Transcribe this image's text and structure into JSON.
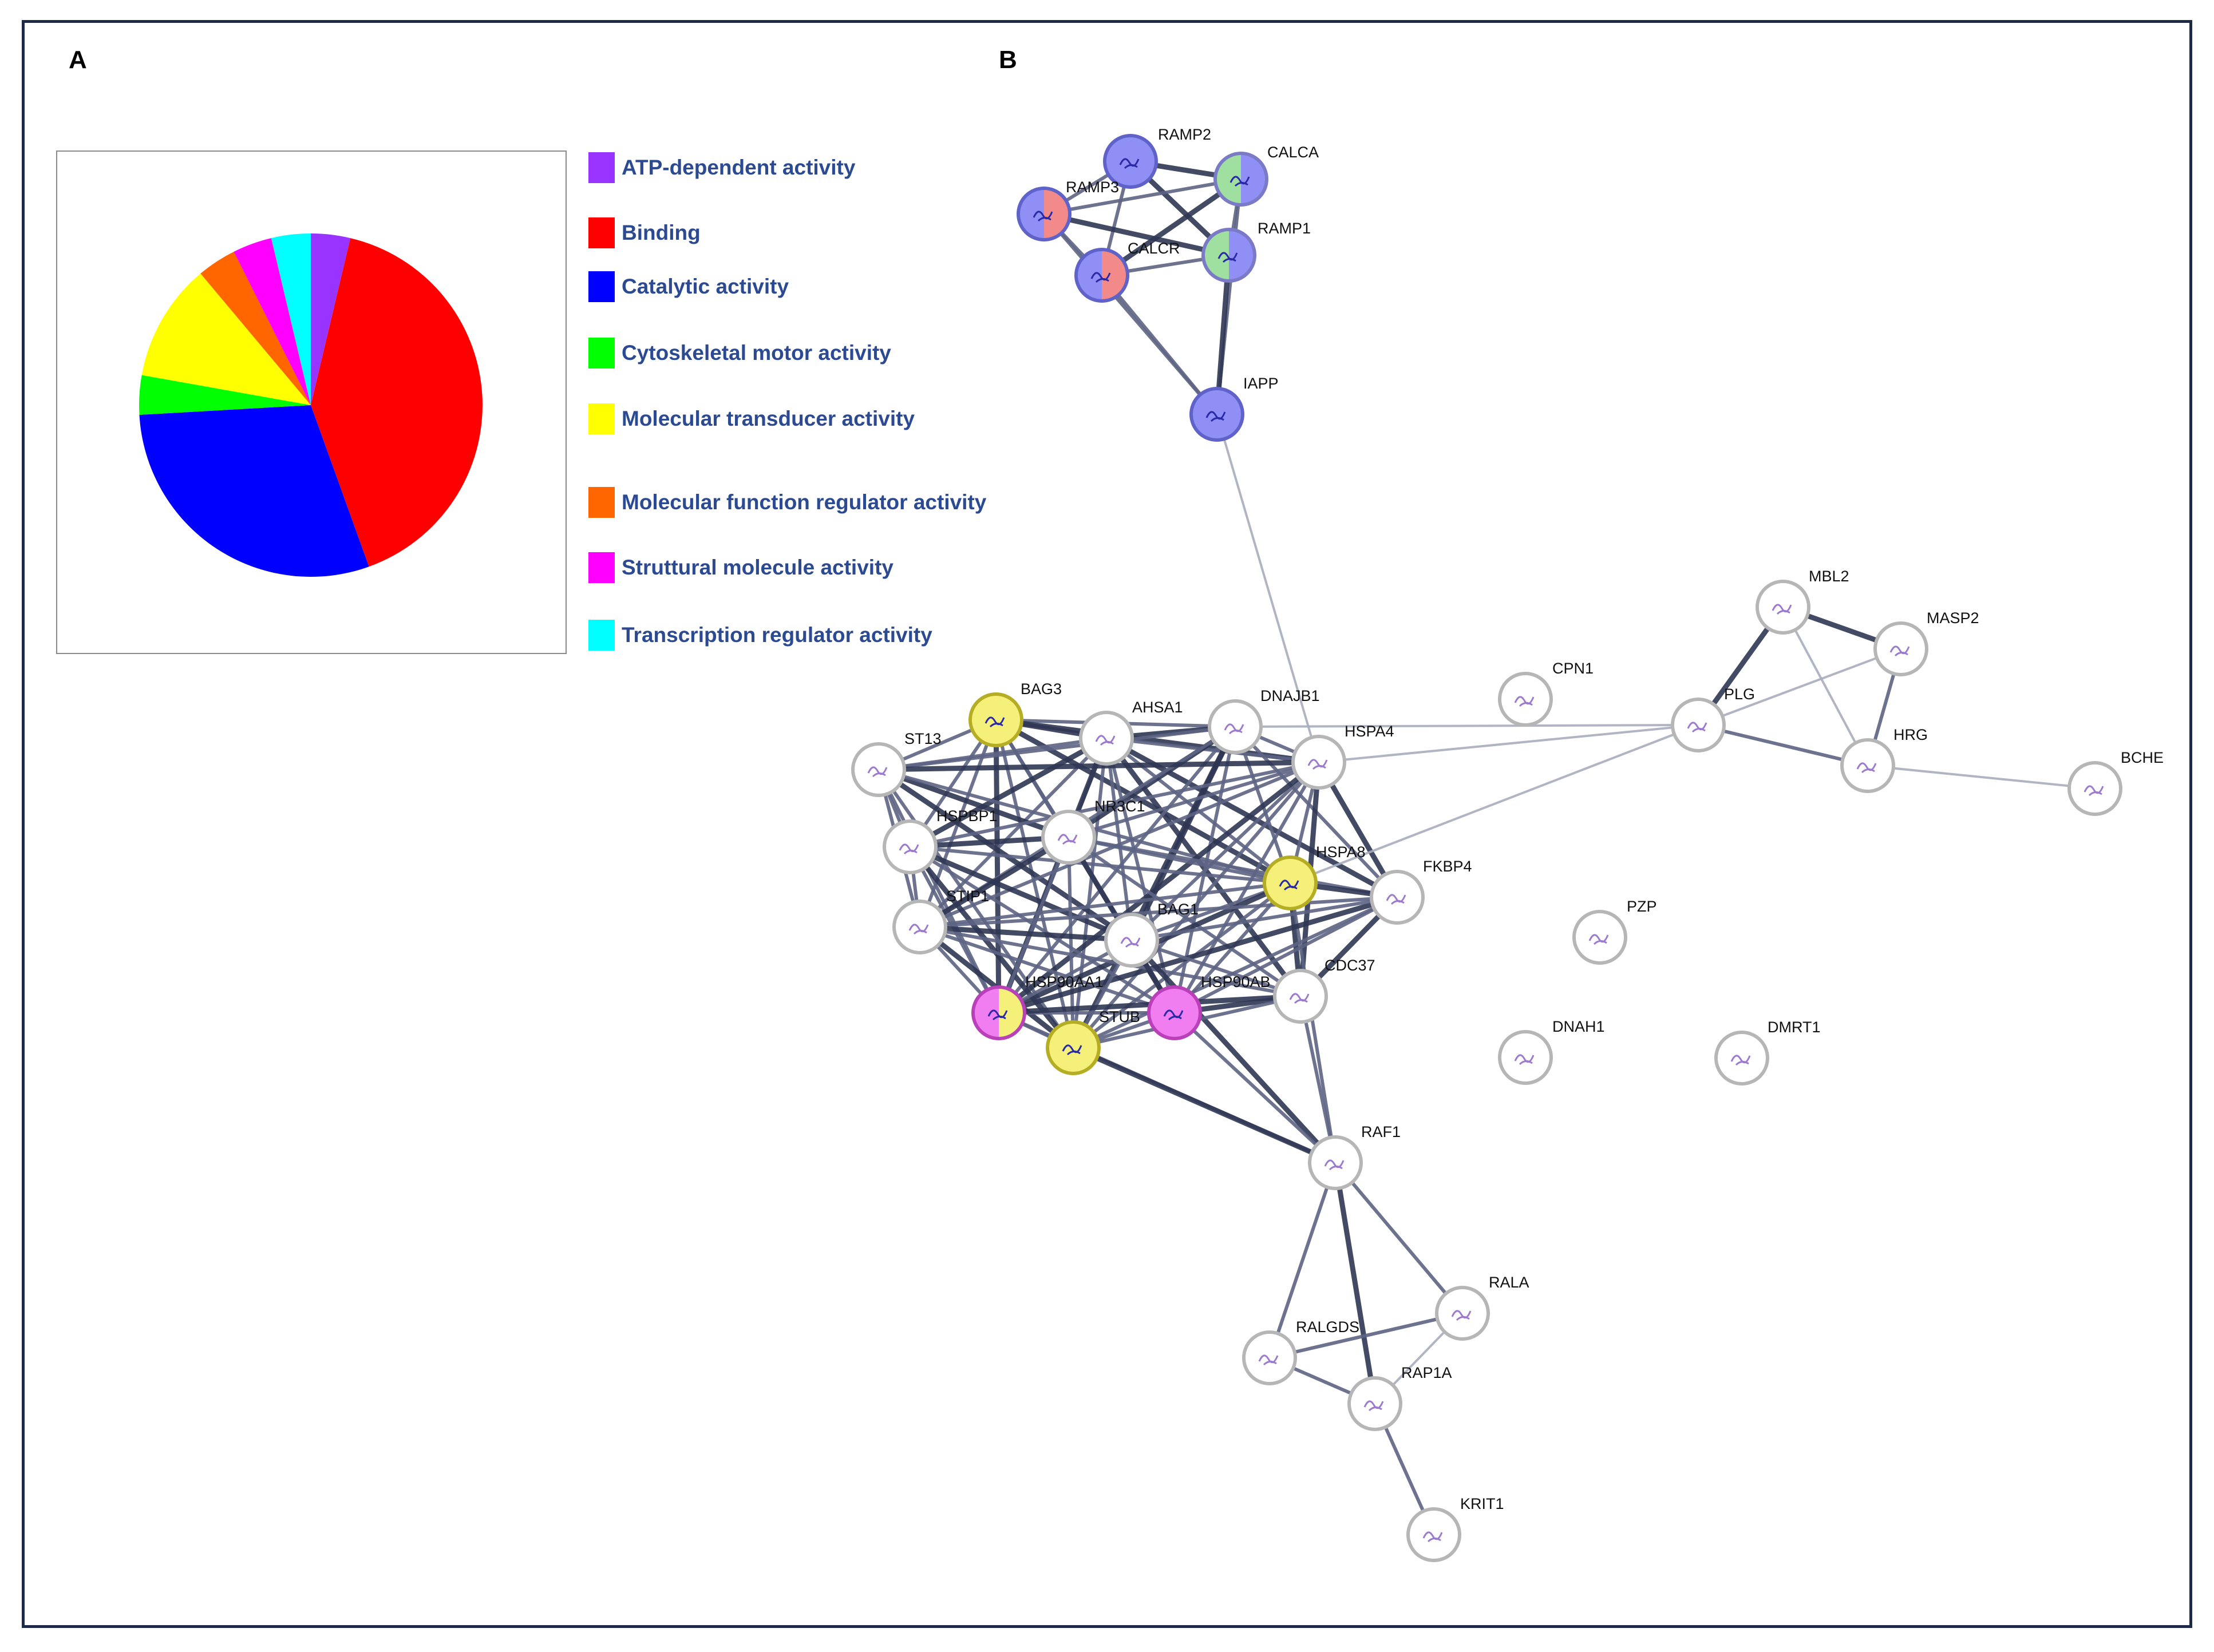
{
  "panels": {
    "a_label": "A",
    "b_label": "B"
  },
  "chart_data": {
    "type": "pie",
    "title": "",
    "start_angle_deg": 0,
    "direction": "clockwise",
    "slices": [
      {
        "label": "ATP-dependent activity",
        "value": 3.7,
        "color": "#9933ff"
      },
      {
        "label": "Binding",
        "value": 40.8,
        "color": "#ff0000"
      },
      {
        "label": "Catalytic activity",
        "value": 29.6,
        "color": "#0000ff"
      },
      {
        "label": "Cytoskeletal motor activity",
        "value": 3.7,
        "color": "#00ff00"
      },
      {
        "label": "Molecular transducer activity",
        "value": 11.1,
        "color": "#ffff00"
      },
      {
        "label": "Molecular function regulator activity",
        "value": 3.7,
        "color": "#ff6600"
      },
      {
        "label": "Struttural molecule activity",
        "value": 3.7,
        "color": "#ff00ff"
      },
      {
        "label": "Transcription regulator activity",
        "value": 3.7,
        "color": "#00ffff"
      }
    ]
  },
  "legend": {
    "items": [
      {
        "label": "ATP-dependent activity",
        "color": "#9933ff"
      },
      {
        "label": "Binding",
        "color": "#ff0000"
      },
      {
        "label": "Catalytic activity",
        "color": "#0000ff"
      },
      {
        "label": "Cytoskeletal motor activity",
        "color": "#00ff00"
      },
      {
        "label": "Molecular transducer activity",
        "color": "#ffff00"
      },
      {
        "label": "Molecular function regulator activity",
        "color": "#ff6600"
      },
      {
        "label": "Struttural molecule activity",
        "color": "#ff00ff"
      },
      {
        "label": "Transcription regulator activity",
        "color": "#00ffff"
      }
    ]
  },
  "network": {
    "nodes": [
      {
        "id": "RAMP2",
        "label": "RAMP2",
        "colors": [
          "#8f8ff5"
        ]
      },
      {
        "id": "CALCA",
        "label": "CALCA",
        "colors": [
          "#9fdf9f",
          "#8f8ff5"
        ]
      },
      {
        "id": "RAMP3",
        "label": "RAMP3",
        "colors": [
          "#8f8ff5",
          "#f28a8a"
        ]
      },
      {
        "id": "RAMP1",
        "label": "RAMP1",
        "colors": [
          "#9fdf9f",
          "#8f8ff5"
        ]
      },
      {
        "id": "CALCR",
        "label": "CALCR",
        "colors": [
          "#8f8ff5",
          "#f28a8a"
        ]
      },
      {
        "id": "IAPP",
        "label": "IAPP",
        "colors": [
          "#8f8ff5"
        ]
      },
      {
        "id": "BAG3",
        "label": "BAG3",
        "colors": [
          "#f5f07a"
        ]
      },
      {
        "id": "AHSA1",
        "label": "AHSA1",
        "colors": []
      },
      {
        "id": "DNAJB1",
        "label": "DNAJB1",
        "colors": []
      },
      {
        "id": "ST13",
        "label": "ST13",
        "colors": []
      },
      {
        "id": "HSPA4",
        "label": "HSPA4",
        "colors": []
      },
      {
        "id": "HSPBP1",
        "label": "HSPBP1",
        "colors": []
      },
      {
        "id": "NR3C1",
        "label": "NR3C1",
        "colors": []
      },
      {
        "id": "HSPA8",
        "label": "HSPA8",
        "colors": [
          "#f5f07a"
        ]
      },
      {
        "id": "FKBP4",
        "label": "FKBP4",
        "colors": []
      },
      {
        "id": "STIP1",
        "label": "STIP1",
        "colors": []
      },
      {
        "id": "BAG1",
        "label": "BAG1",
        "colors": []
      },
      {
        "id": "HSP90AA1",
        "label": "HSP90AA1",
        "colors": [
          "#f07ef0",
          "#f5f07a"
        ]
      },
      {
        "id": "HSP90AB",
        "label": "HSP90AB",
        "colors": [
          "#f07ef0"
        ]
      },
      {
        "id": "STUB",
        "label": "STUB",
        "colors": [
          "#f5f07a"
        ]
      },
      {
        "id": "CDC37",
        "label": "CDC37",
        "colors": []
      },
      {
        "id": "CPN1",
        "label": "CPN1",
        "colors": []
      },
      {
        "id": "MBL2",
        "label": "MBL2",
        "colors": []
      },
      {
        "id": "MASP2",
        "label": "MASP2",
        "colors": []
      },
      {
        "id": "PLG",
        "label": "PLG",
        "colors": []
      },
      {
        "id": "HRG",
        "label": "HRG",
        "colors": []
      },
      {
        "id": "BCHE",
        "label": "BCHE",
        "colors": []
      },
      {
        "id": "PZP",
        "label": "PZP",
        "colors": []
      },
      {
        "id": "DNAH1",
        "label": "DNAH1",
        "colors": []
      },
      {
        "id": "DMRT1",
        "label": "DMRT1",
        "colors": []
      },
      {
        "id": "RAF1",
        "label": "RAF1",
        "colors": []
      },
      {
        "id": "RALA",
        "label": "RALA",
        "colors": []
      },
      {
        "id": "RALGDS",
        "label": "RALGDS",
        "colors": []
      },
      {
        "id": "RAP1A",
        "label": "RAP1A",
        "colors": []
      },
      {
        "id": "KRIT1",
        "label": "KRIT1",
        "colors": []
      }
    ],
    "edges": [
      [
        "RAMP2",
        "CALCA"
      ],
      [
        "RAMP2",
        "RAMP3"
      ],
      [
        "RAMP2",
        "CALCR"
      ],
      [
        "RAMP2",
        "RAMP1"
      ],
      [
        "CALCA",
        "RAMP3"
      ],
      [
        "CALCA",
        "RAMP1"
      ],
      [
        "CALCA",
        "CALCR"
      ],
      [
        "CALCA",
        "IAPP"
      ],
      [
        "RAMP3",
        "CALCR"
      ],
      [
        "RAMP3",
        "RAMP1"
      ],
      [
        "RAMP3",
        "IAPP"
      ],
      [
        "RAMP1",
        "CALCR"
      ],
      [
        "RAMP1",
        "IAPP"
      ],
      [
        "CALCR",
        "IAPP"
      ],
      [
        "IAPP",
        "HSPA4"
      ],
      [
        "BAG3",
        "AHSA1"
      ],
      [
        "BAG3",
        "DNAJB1"
      ],
      [
        "BAG3",
        "ST13"
      ],
      [
        "BAG3",
        "HSPA4"
      ],
      [
        "BAG3",
        "HSPBP1"
      ],
      [
        "BAG3",
        "NR3C1"
      ],
      [
        "BAG3",
        "HSPA8"
      ],
      [
        "BAG3",
        "STIP1"
      ],
      [
        "BAG3",
        "BAG1"
      ],
      [
        "BAG3",
        "HSP90AA1"
      ],
      [
        "BAG3",
        "HSP90AB"
      ],
      [
        "BAG3",
        "STUB"
      ],
      [
        "AHSA1",
        "DNAJB1"
      ],
      [
        "AHSA1",
        "ST13"
      ],
      [
        "AHSA1",
        "HSPA4"
      ],
      [
        "AHSA1",
        "HSPBP1"
      ],
      [
        "AHSA1",
        "NR3C1"
      ],
      [
        "AHSA1",
        "HSPA8"
      ],
      [
        "AHSA1",
        "FKBP4"
      ],
      [
        "AHSA1",
        "STIP1"
      ],
      [
        "AHSA1",
        "BAG1"
      ],
      [
        "AHSA1",
        "HSP90AA1"
      ],
      [
        "AHSA1",
        "HSP90AB"
      ],
      [
        "AHSA1",
        "STUB"
      ],
      [
        "AHSA1",
        "CDC37"
      ],
      [
        "DNAJB1",
        "HSPA4"
      ],
      [
        "DNAJB1",
        "ST13"
      ],
      [
        "DNAJB1",
        "NR3C1"
      ],
      [
        "DNAJB1",
        "HSPA8"
      ],
      [
        "DNAJB1",
        "STIP1"
      ],
      [
        "DNAJB1",
        "BAG1"
      ],
      [
        "DNAJB1",
        "HSP90AA1"
      ],
      [
        "DNAJB1",
        "HSP90AB"
      ],
      [
        "DNAJB1",
        "STUB"
      ],
      [
        "DNAJB1",
        "FKBP4"
      ],
      [
        "ST13",
        "HSPBP1"
      ],
      [
        "ST13",
        "NR3C1"
      ],
      [
        "ST13",
        "HSPA8"
      ],
      [
        "ST13",
        "STIP1"
      ],
      [
        "ST13",
        "BAG1"
      ],
      [
        "ST13",
        "HSP90AA1"
      ],
      [
        "ST13",
        "STUB"
      ],
      [
        "ST13",
        "HSPA4"
      ],
      [
        "HSPA4",
        "NR3C1"
      ],
      [
        "HSPA4",
        "HSPA8"
      ],
      [
        "HSPA4",
        "FKBP4"
      ],
      [
        "HSPA4",
        "STIP1"
      ],
      [
        "HSPA4",
        "BAG1"
      ],
      [
        "HSPA4",
        "HSP90AA1"
      ],
      [
        "HSPA4",
        "HSP90AB"
      ],
      [
        "HSPA4",
        "STUB"
      ],
      [
        "HSPA4",
        "CDC37"
      ],
      [
        "HSPA4",
        "HSPBP1"
      ],
      [
        "HSPA4",
        "PLG"
      ],
      [
        "HSPBP1",
        "NR3C1"
      ],
      [
        "HSPBP1",
        "HSPA8"
      ],
      [
        "HSPBP1",
        "STIP1"
      ],
      [
        "HSPBP1",
        "BAG1"
      ],
      [
        "HSPBP1",
        "HSP90AA1"
      ],
      [
        "HSPBP1",
        "HSP90AB"
      ],
      [
        "HSPBP1",
        "STUB"
      ],
      [
        "NR3C1",
        "HSPA8"
      ],
      [
        "NR3C1",
        "FKBP4"
      ],
      [
        "NR3C1",
        "STIP1"
      ],
      [
        "NR3C1",
        "BAG1"
      ],
      [
        "NR3C1",
        "HSP90AA1"
      ],
      [
        "NR3C1",
        "HSP90AB"
      ],
      [
        "NR3C1",
        "STUB"
      ],
      [
        "NR3C1",
        "CDC37"
      ],
      [
        "HSPA8",
        "FKBP4"
      ],
      [
        "HSPA8",
        "STIP1"
      ],
      [
        "HSPA8",
        "BAG1"
      ],
      [
        "HSPA8",
        "HSP90AA1"
      ],
      [
        "HSPA8",
        "HSP90AB"
      ],
      [
        "HSPA8",
        "STUB"
      ],
      [
        "HSPA8",
        "CDC37"
      ],
      [
        "HSPA8",
        "PLG"
      ],
      [
        "HSPA8",
        "RAF1"
      ],
      [
        "FKBP4",
        "HSP90AA1"
      ],
      [
        "FKBP4",
        "HSP90AB"
      ],
      [
        "FKBP4",
        "STUB"
      ],
      [
        "FKBP4",
        "CDC37"
      ],
      [
        "FKBP4",
        "BAG1"
      ],
      [
        "FKBP4",
        "STIP1"
      ],
      [
        "STIP1",
        "BAG1"
      ],
      [
        "STIP1",
        "HSP90AA1"
      ],
      [
        "STIP1",
        "HSP90AB"
      ],
      [
        "STIP1",
        "STUB"
      ],
      [
        "STIP1",
        "CDC37"
      ],
      [
        "BAG1",
        "HSP90AA1"
      ],
      [
        "BAG1",
        "HSP90AB"
      ],
      [
        "BAG1",
        "STUB"
      ],
      [
        "BAG1",
        "CDC37"
      ],
      [
        "BAG1",
        "RAF1"
      ],
      [
        "HSP90AA1",
        "HSP90AB"
      ],
      [
        "HSP90AA1",
        "STUB"
      ],
      [
        "HSP90AA1",
        "CDC37"
      ],
      [
        "HSP90AA1",
        "RAF1"
      ],
      [
        "HSP90AB",
        "STUB"
      ],
      [
        "HSP90AB",
        "CDC37"
      ],
      [
        "HSP90AB",
        "RAF1"
      ],
      [
        "STUB",
        "CDC37"
      ],
      [
        "STUB",
        "RAF1"
      ],
      [
        "CDC37",
        "RAF1"
      ],
      [
        "DNAJB1",
        "PLG"
      ],
      [
        "PLG",
        "MBL2"
      ],
      [
        "PLG",
        "MASP2"
      ],
      [
        "PLG",
        "HRG"
      ],
      [
        "MBL2",
        "MASP2"
      ],
      [
        "MBL2",
        "HRG"
      ],
      [
        "MASP2",
        "HRG"
      ],
      [
        "HRG",
        "BCHE"
      ],
      [
        "RAF1",
        "RALA"
      ],
      [
        "RAF1",
        "RALGDS"
      ],
      [
        "RAF1",
        "RAP1A"
      ],
      [
        "RALGDS",
        "RALA"
      ],
      [
        "RALGDS",
        "RAP1A"
      ],
      [
        "RALA",
        "RAP1A"
      ],
      [
        "RAP1A",
        "KRIT1"
      ]
    ]
  }
}
